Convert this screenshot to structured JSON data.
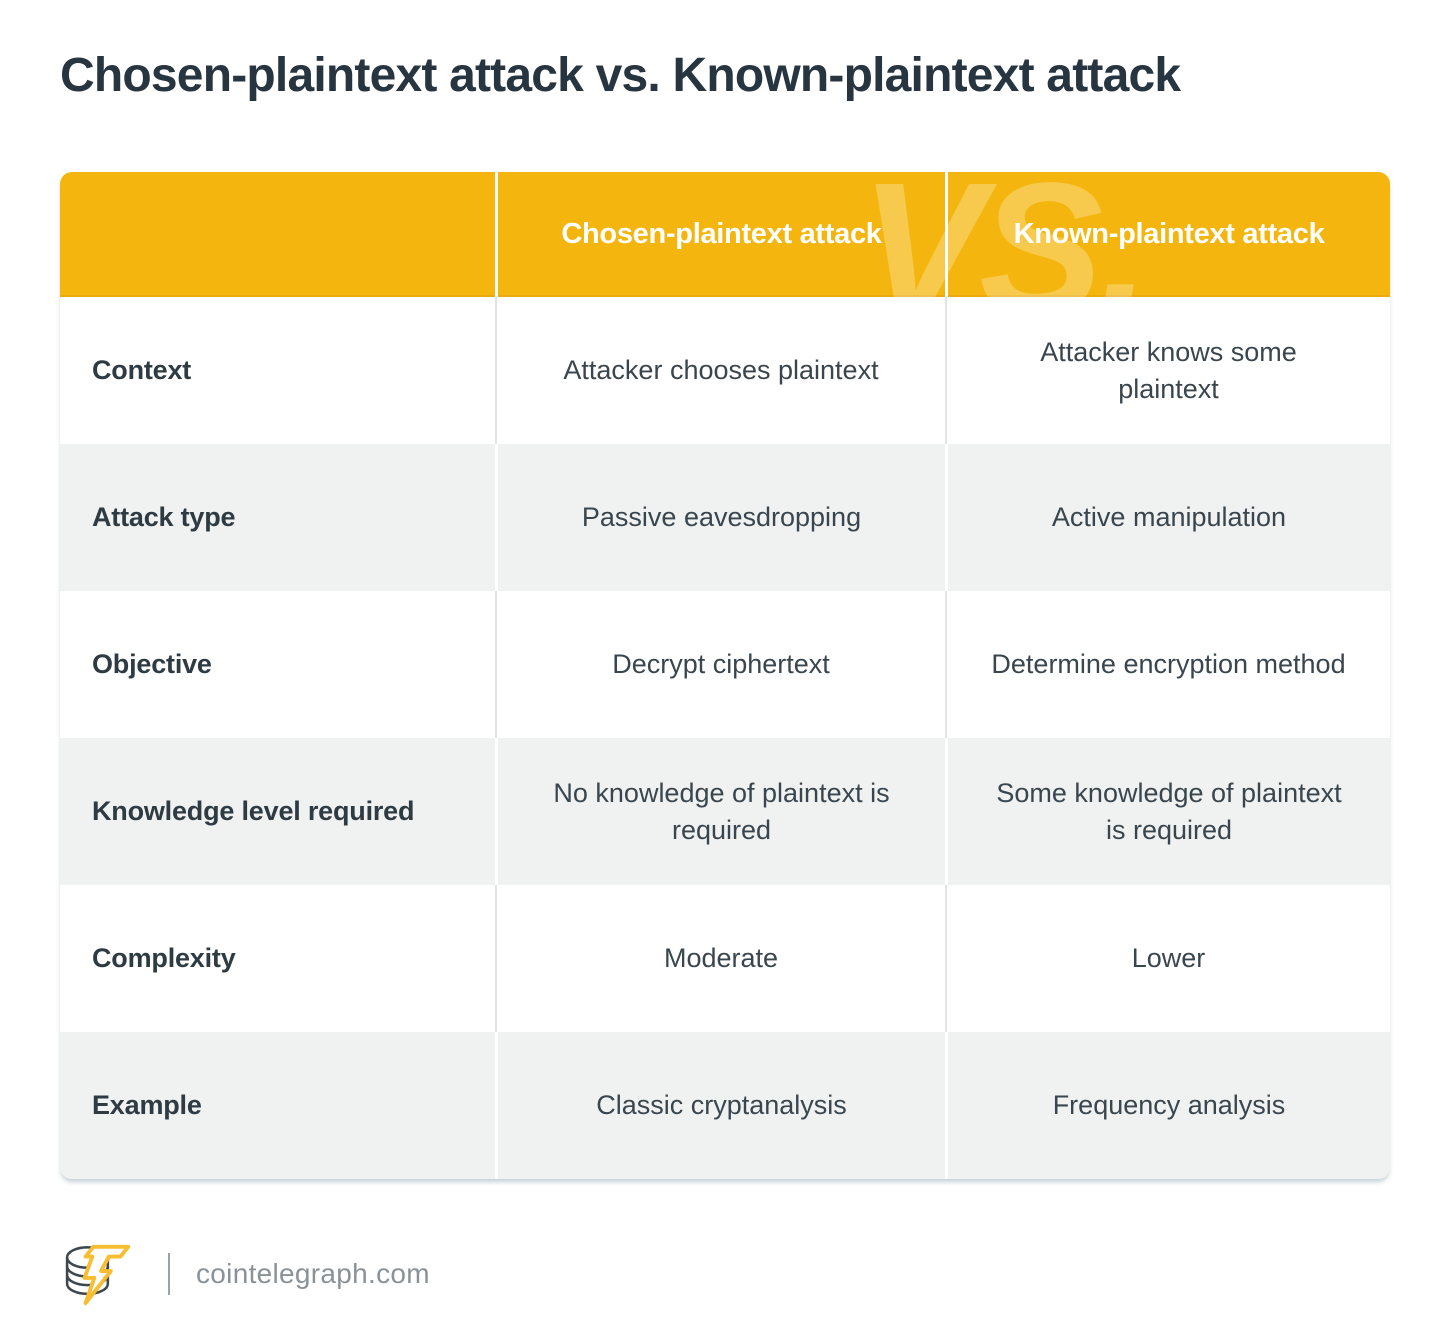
{
  "page": {
    "title": "Chosen-plaintext attack vs. Known-plaintext attack"
  },
  "table": {
    "watermark": "VS.",
    "columns": [
      "Chosen-plaintext attack",
      "Known-plaintext attack"
    ],
    "rows": [
      {
        "label": "Context",
        "chosen": "Attacker chooses plaintext",
        "known": "Attacker knows some plaintext"
      },
      {
        "label": "Attack type",
        "chosen": "Passive eavesdropping",
        "known": "Active manipulation"
      },
      {
        "label": "Objective",
        "chosen": "Decrypt ciphertext",
        "known": "Determine encryption method"
      },
      {
        "label": "Knowledge level required",
        "chosen": "No knowledge of plaintext is required",
        "known": "Some knowledge of plaintext is required"
      },
      {
        "label": "Complexity",
        "chosen": "Moderate",
        "known": "Lower"
      },
      {
        "label": "Example",
        "chosen": "Classic cryptanalysis",
        "known": "Frequency analysis"
      }
    ]
  },
  "footer": {
    "site": "cointelegraph.com",
    "logo_icon": "cointelegraph-coin-bolt-logo"
  },
  "colors": {
    "header_yellow": "#F4B60E",
    "watermark_yellow": "#F7C84C",
    "row_gray": "#F0F1F1",
    "title_dark": "#273540",
    "text_dark": "#3A464E",
    "footer_gray": "#8A9299",
    "logo_bolt_yellow": "#F8BD31",
    "logo_coin_dark": "#3C474F"
  },
  "chart_data": {
    "type": "table",
    "title": "Chosen-plaintext attack vs. Known-plaintext attack",
    "columns": [
      "",
      "Chosen-plaintext attack",
      "Known-plaintext attack"
    ],
    "rows": [
      [
        "Context",
        "Attacker chooses plaintext",
        "Attacker knows some plaintext"
      ],
      [
        "Attack type",
        "Passive eavesdropping",
        "Active manipulation"
      ],
      [
        "Objective",
        "Decrypt ciphertext",
        "Determine encryption method"
      ],
      [
        "Knowledge level required",
        "No knowledge of plaintext is required",
        "Some knowledge of plaintext is required"
      ],
      [
        "Complexity",
        "Moderate",
        "Lower"
      ],
      [
        "Example",
        "Classic cryptanalysis",
        "Frequency analysis"
      ]
    ],
    "layout_hints": {
      "zebra_striping": true,
      "header_fill": "#F4B60E",
      "watermark": "VS."
    }
  }
}
